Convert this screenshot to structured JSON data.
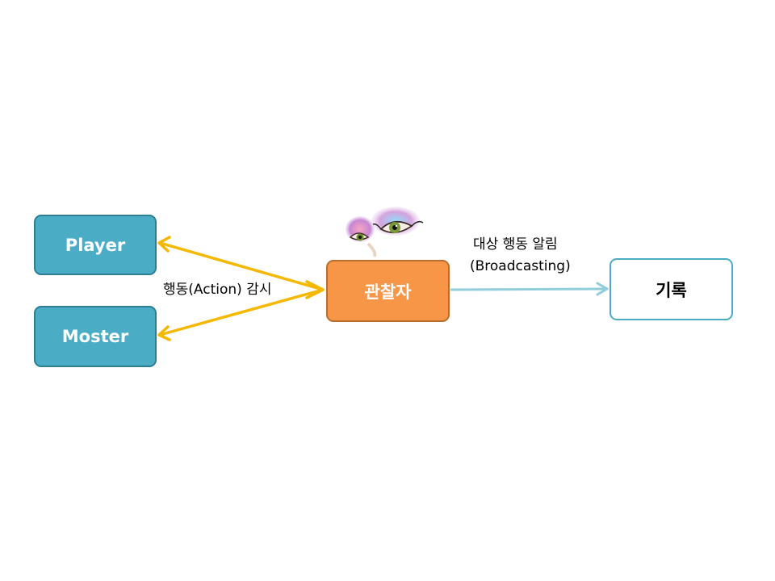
{
  "nodes": {
    "player": {
      "label": "Player",
      "fill": "#4bacc6"
    },
    "moster": {
      "label": "Moster",
      "fill": "#4bacc6"
    },
    "observer": {
      "label": "관찰자",
      "fill": "#f79646"
    },
    "record": {
      "label": "기록",
      "fill": "#ffffff",
      "border": "#4bacc6"
    }
  },
  "edges": {
    "watch_label": "행동(Action)  감시",
    "watch_color": "#f5b800",
    "broadcast_label_line1": "대상 행동 알림",
    "broadcast_label_line2": "(Broadcasting)",
    "broadcast_color": "#92cddc"
  },
  "decorations": {
    "observer_image": "eyes-illustration"
  }
}
